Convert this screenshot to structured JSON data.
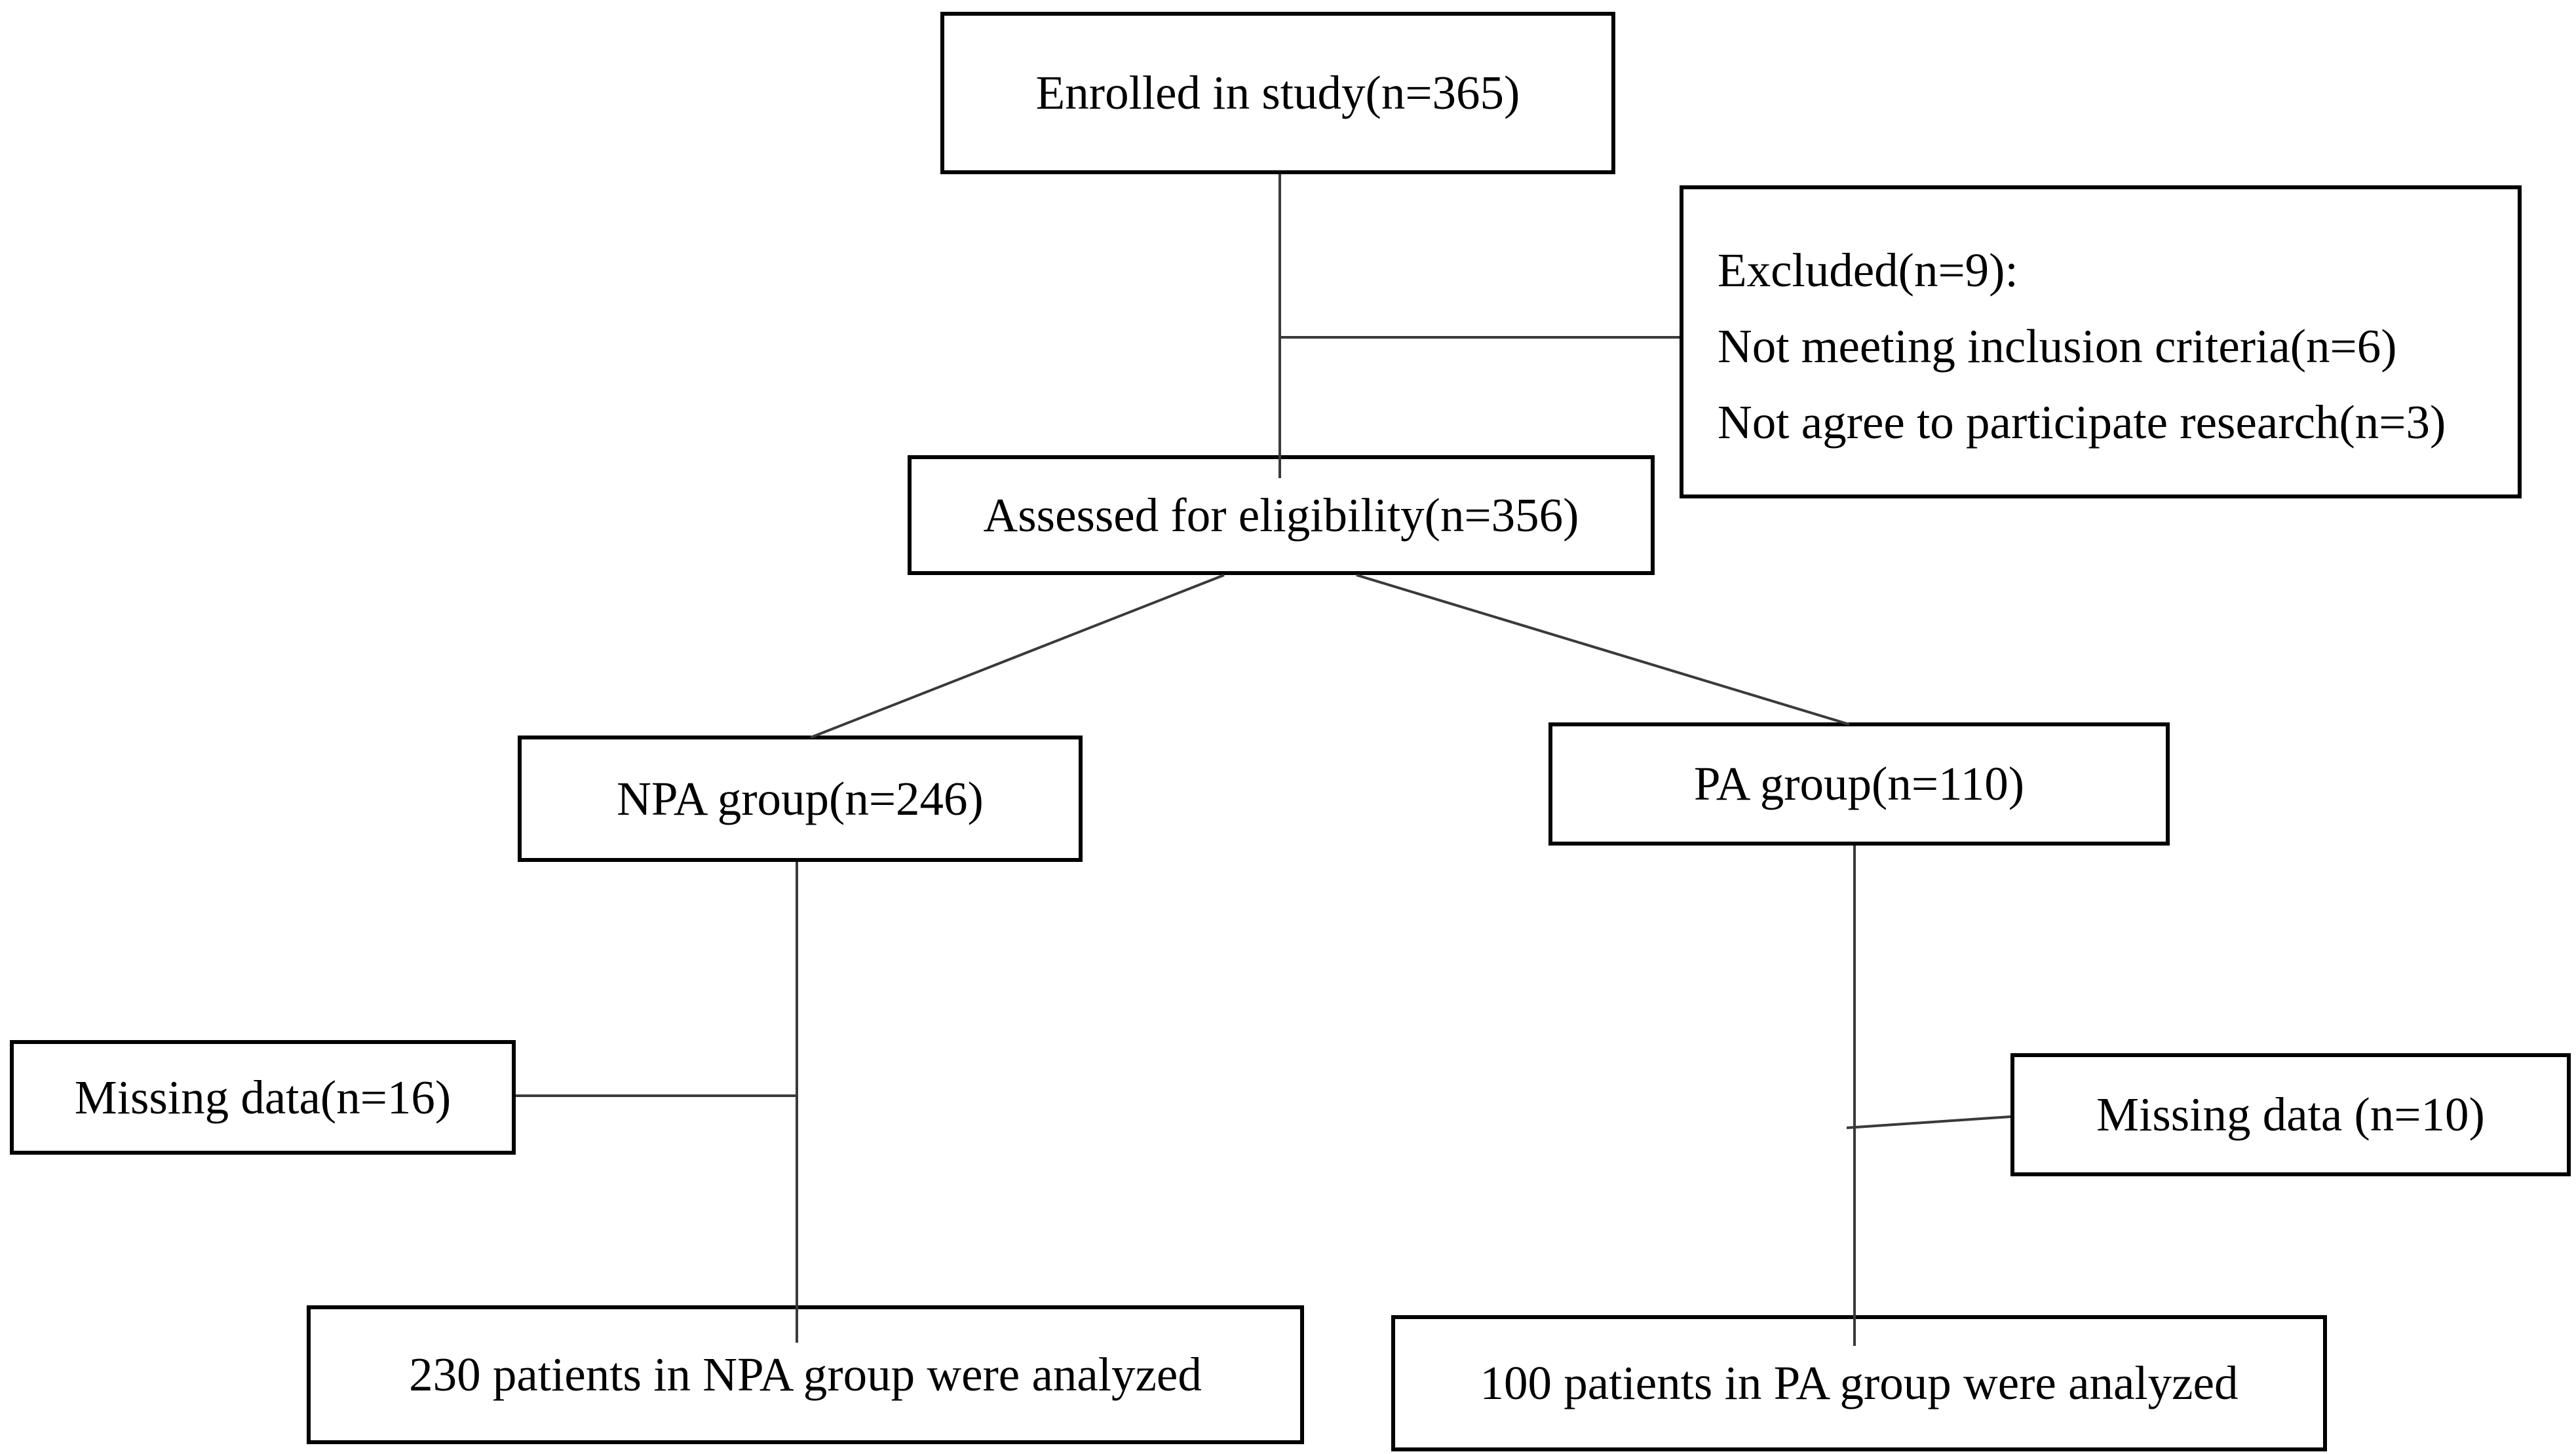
{
  "diagram": {
    "background_color": "#ffffff",
    "box_border_color": "#000000",
    "connector_color": "#3a3a3a",
    "text_color": "#000000",
    "boxes": {
      "enrolled": {
        "label": "Enrolled in study(n=365)"
      },
      "excluded": {
        "lines": [
          "Excluded(n=9):",
          "Not meeting inclusion criteria(n=6)",
          "Not agree to participate research(n=3)"
        ]
      },
      "assessed": {
        "label": "Assessed for eligibility(n=356)"
      },
      "npa_group": {
        "label": "NPA group(n=246)"
      },
      "pa_group": {
        "label": "PA group(n=110)"
      },
      "missing_npa": {
        "label": "Missing data(n=16)"
      },
      "missing_pa": {
        "label": "Missing data (n=10)"
      },
      "analyzed_npa": {
        "label": "230 patients in NPA group were analyzed"
      },
      "analyzed_pa": {
        "label": "100 patients in PA group were analyzed"
      }
    }
  }
}
